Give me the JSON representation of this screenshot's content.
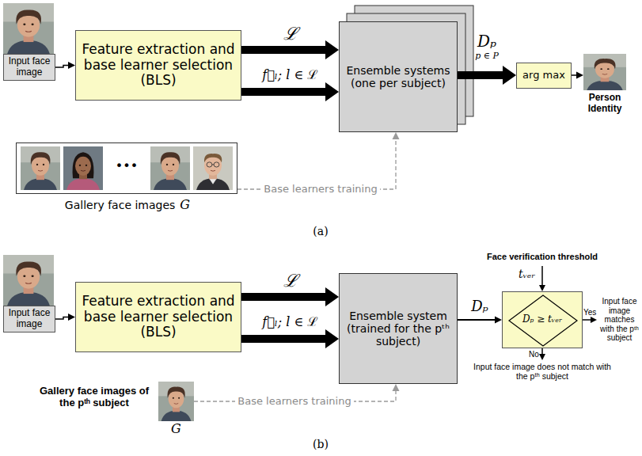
{
  "diagram": {
    "nodes": [
      {
        "text": [
          "Input face image"
        ]
      },
      {
        "text": [
          "Feature extraction and base learner selection (BLS)"
        ]
      },
      {
        "text": [
          "Ensemble systems (one per subject)"
        ]
      },
      {
        "text": [
          "arg max"
        ]
      },
      {
        "text": [
          "Person Identity"
        ]
      },
      {
        "text": [
          "Gallery face images",
          "G"
        ]
      },
      {
        "text": [
          "Input face image"
        ]
      },
      {
        "text": [
          "Feature extraction and base learner selection (BLS)"
        ]
      },
      {
        "text": [
          "Ensemble system (trained for the pᵗʰ subject)"
        ]
      },
      {
        "text": [
          "Dₚ ≥ tᵥₑᵣ"
        ]
      },
      {
        "text": [
          "Gallery face images of the pᵗʰ subject",
          "G"
        ]
      }
    ],
    "edges": [
      {
        "from": 0,
        "to": 1,
        "arrow": "to"
      },
      {
        "from": 1,
        "to": 2,
        "label": "ℒ",
        "arrow": "to"
      },
      {
        "from": 1,
        "to": 2,
        "label": "f⃗ₗ; l ∈ ℒ",
        "arrow": "to"
      },
      {
        "from": 2,
        "to": 3,
        "label": "Dₚ",
        "arrow": "to"
      },
      {
        "from": 3,
        "to": 4,
        "arrow": "to"
      },
      {
        "from": 5,
        "to": 2,
        "label": "Base learners training",
        "arrow": "to"
      },
      {
        "from": 6,
        "to": 7,
        "arrow": "to"
      },
      {
        "from": 7,
        "to": 8,
        "label": "ℒ",
        "arrow": "to"
      },
      {
        "from": 7,
        "to": 8,
        "label": "f⃗ₗ; l ∈ ℒ",
        "arrow": "to"
      },
      {
        "from": 8,
        "to": 9,
        "label": "Dₚ",
        "arrow": "to"
      },
      {
        "from": 10,
        "to": 8,
        "label": "Base learners training",
        "arrow": "to"
      }
    ],
    "labels": [
      "p ∈ P",
      "•••",
      "(a)",
      "Face verification threshold",
      "tᵥₑᵣ",
      "Yes",
      "Input face image matches with the pᵗʰ subject",
      "No",
      "Input face image does not match with the pᵗʰ subject",
      "(b)"
    ]
  }
}
